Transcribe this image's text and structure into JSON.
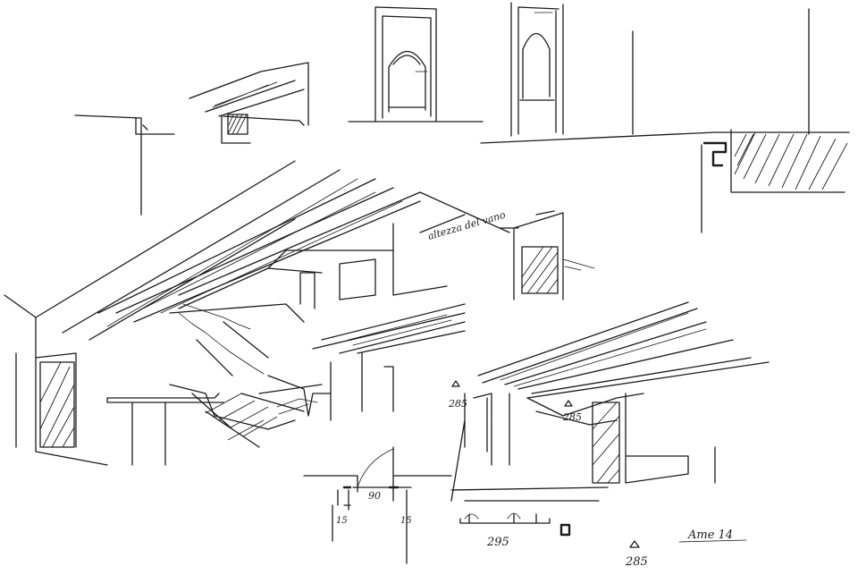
{
  "annotations": {
    "dim_opening_90": "90",
    "dim_wall_left_15": "15",
    "dim_wall_right_15": "15",
    "dim_height_295": "295",
    "dim_level_285_bottom": "285",
    "dim_level_285_left": "285",
    "dim_level_285_center": "285",
    "signature_scribble": "Ame 14",
    "view_note": "altezza del vano"
  },
  "style": {
    "ink": "#1b1b1b",
    "paper": "#ffffff"
  }
}
